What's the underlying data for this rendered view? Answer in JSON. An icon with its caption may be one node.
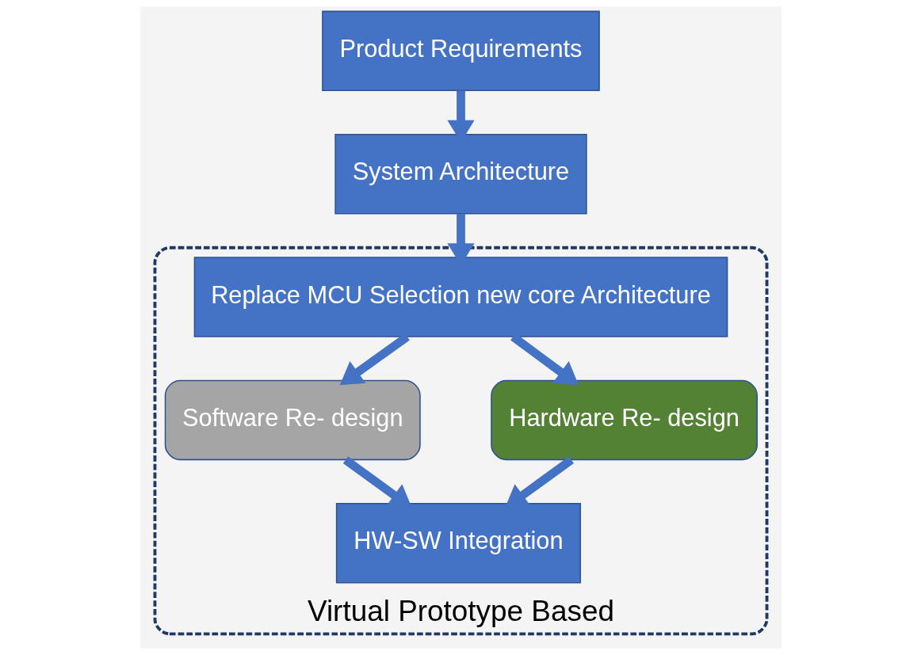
{
  "diagram": {
    "nodes": [
      {
        "text": [
          "Product Requirements"
        ]
      },
      {
        "text": [
          "System Architecture"
        ]
      },
      {
        "text": [
          "Virtual Prototype Based"
        ]
      },
      {
        "text": [
          "Replace MCU Selection new core Architecture"
        ],
        "in": 2
      },
      {
        "text": [
          "Software Re- design"
        ],
        "in": 2
      },
      {
        "text": [
          "Hardware Re- design"
        ],
        "in": 2
      },
      {
        "text": [
          "HW-SW Integration"
        ],
        "in": 2
      }
    ],
    "edges": [
      {
        "from": 0,
        "to": 1,
        "arrow": "to"
      },
      {
        "from": 1,
        "to": 3,
        "arrow": "to"
      },
      {
        "from": 3,
        "to": 4,
        "arrow": "to"
      },
      {
        "from": 3,
        "to": 5,
        "arrow": "to"
      },
      {
        "from": 4,
        "to": 6,
        "arrow": "to"
      },
      {
        "from": 5,
        "to": 6,
        "arrow": "to"
      }
    ]
  }
}
